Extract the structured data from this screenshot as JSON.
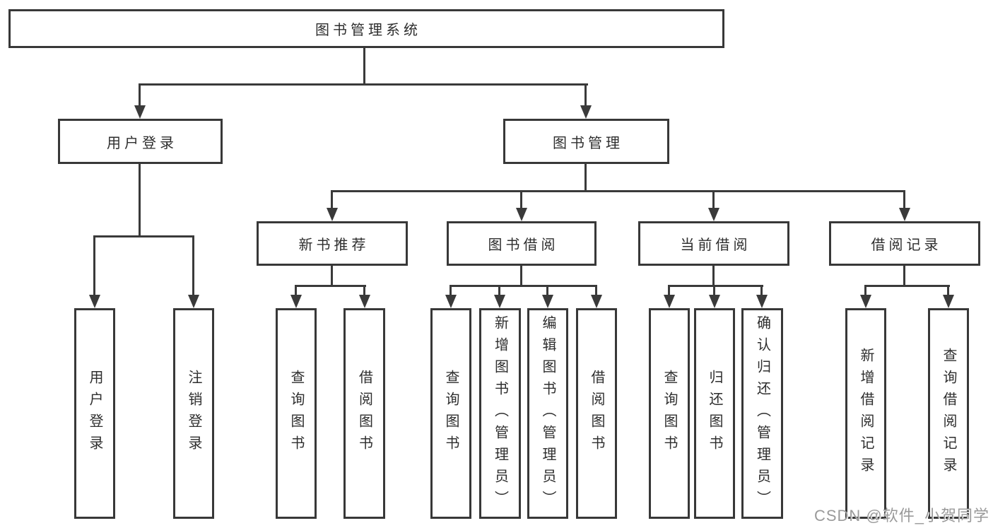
{
  "nodes": {
    "root": {
      "label": "图书管理系统"
    },
    "user_login": {
      "label": "用户登录",
      "children": {
        "login": {
          "label": "用户登录"
        },
        "logout": {
          "label": "注销登录"
        }
      }
    },
    "book_mgmt": {
      "label": "图书管理",
      "children": {
        "new_book_rec": {
          "label": "新书推荐",
          "children": {
            "query": {
              "label": "查询图书"
            },
            "borrow": {
              "label": "借阅图书"
            }
          }
        },
        "book_borrow": {
          "label": "图书借阅",
          "children": {
            "query": {
              "label": "查询图书"
            },
            "add": {
              "label": "新增图书（管理员）"
            },
            "edit": {
              "label": "编辑图书（管理员）"
            },
            "borrow": {
              "label": "借阅图书"
            }
          }
        },
        "current_borrow": {
          "label": "当前借阅",
          "children": {
            "query": {
              "label": "查询图书"
            },
            "return": {
              "label": "归还图书"
            },
            "confirm": {
              "label": "确认归还（管理员）"
            }
          }
        },
        "borrow_records": {
          "label": "借阅记录",
          "children": {
            "add": {
              "label": "新增借阅记录"
            },
            "query": {
              "label": "查询借阅记录"
            }
          }
        }
      }
    }
  },
  "watermark": {
    "text": "CSDN @软件_小贺同学"
  },
  "colors": {
    "line": "#3a3a3a",
    "box_border": "#383838",
    "text": "#2e2e2e",
    "watermark": "#9a9a9a",
    "background": "#ffffff"
  }
}
